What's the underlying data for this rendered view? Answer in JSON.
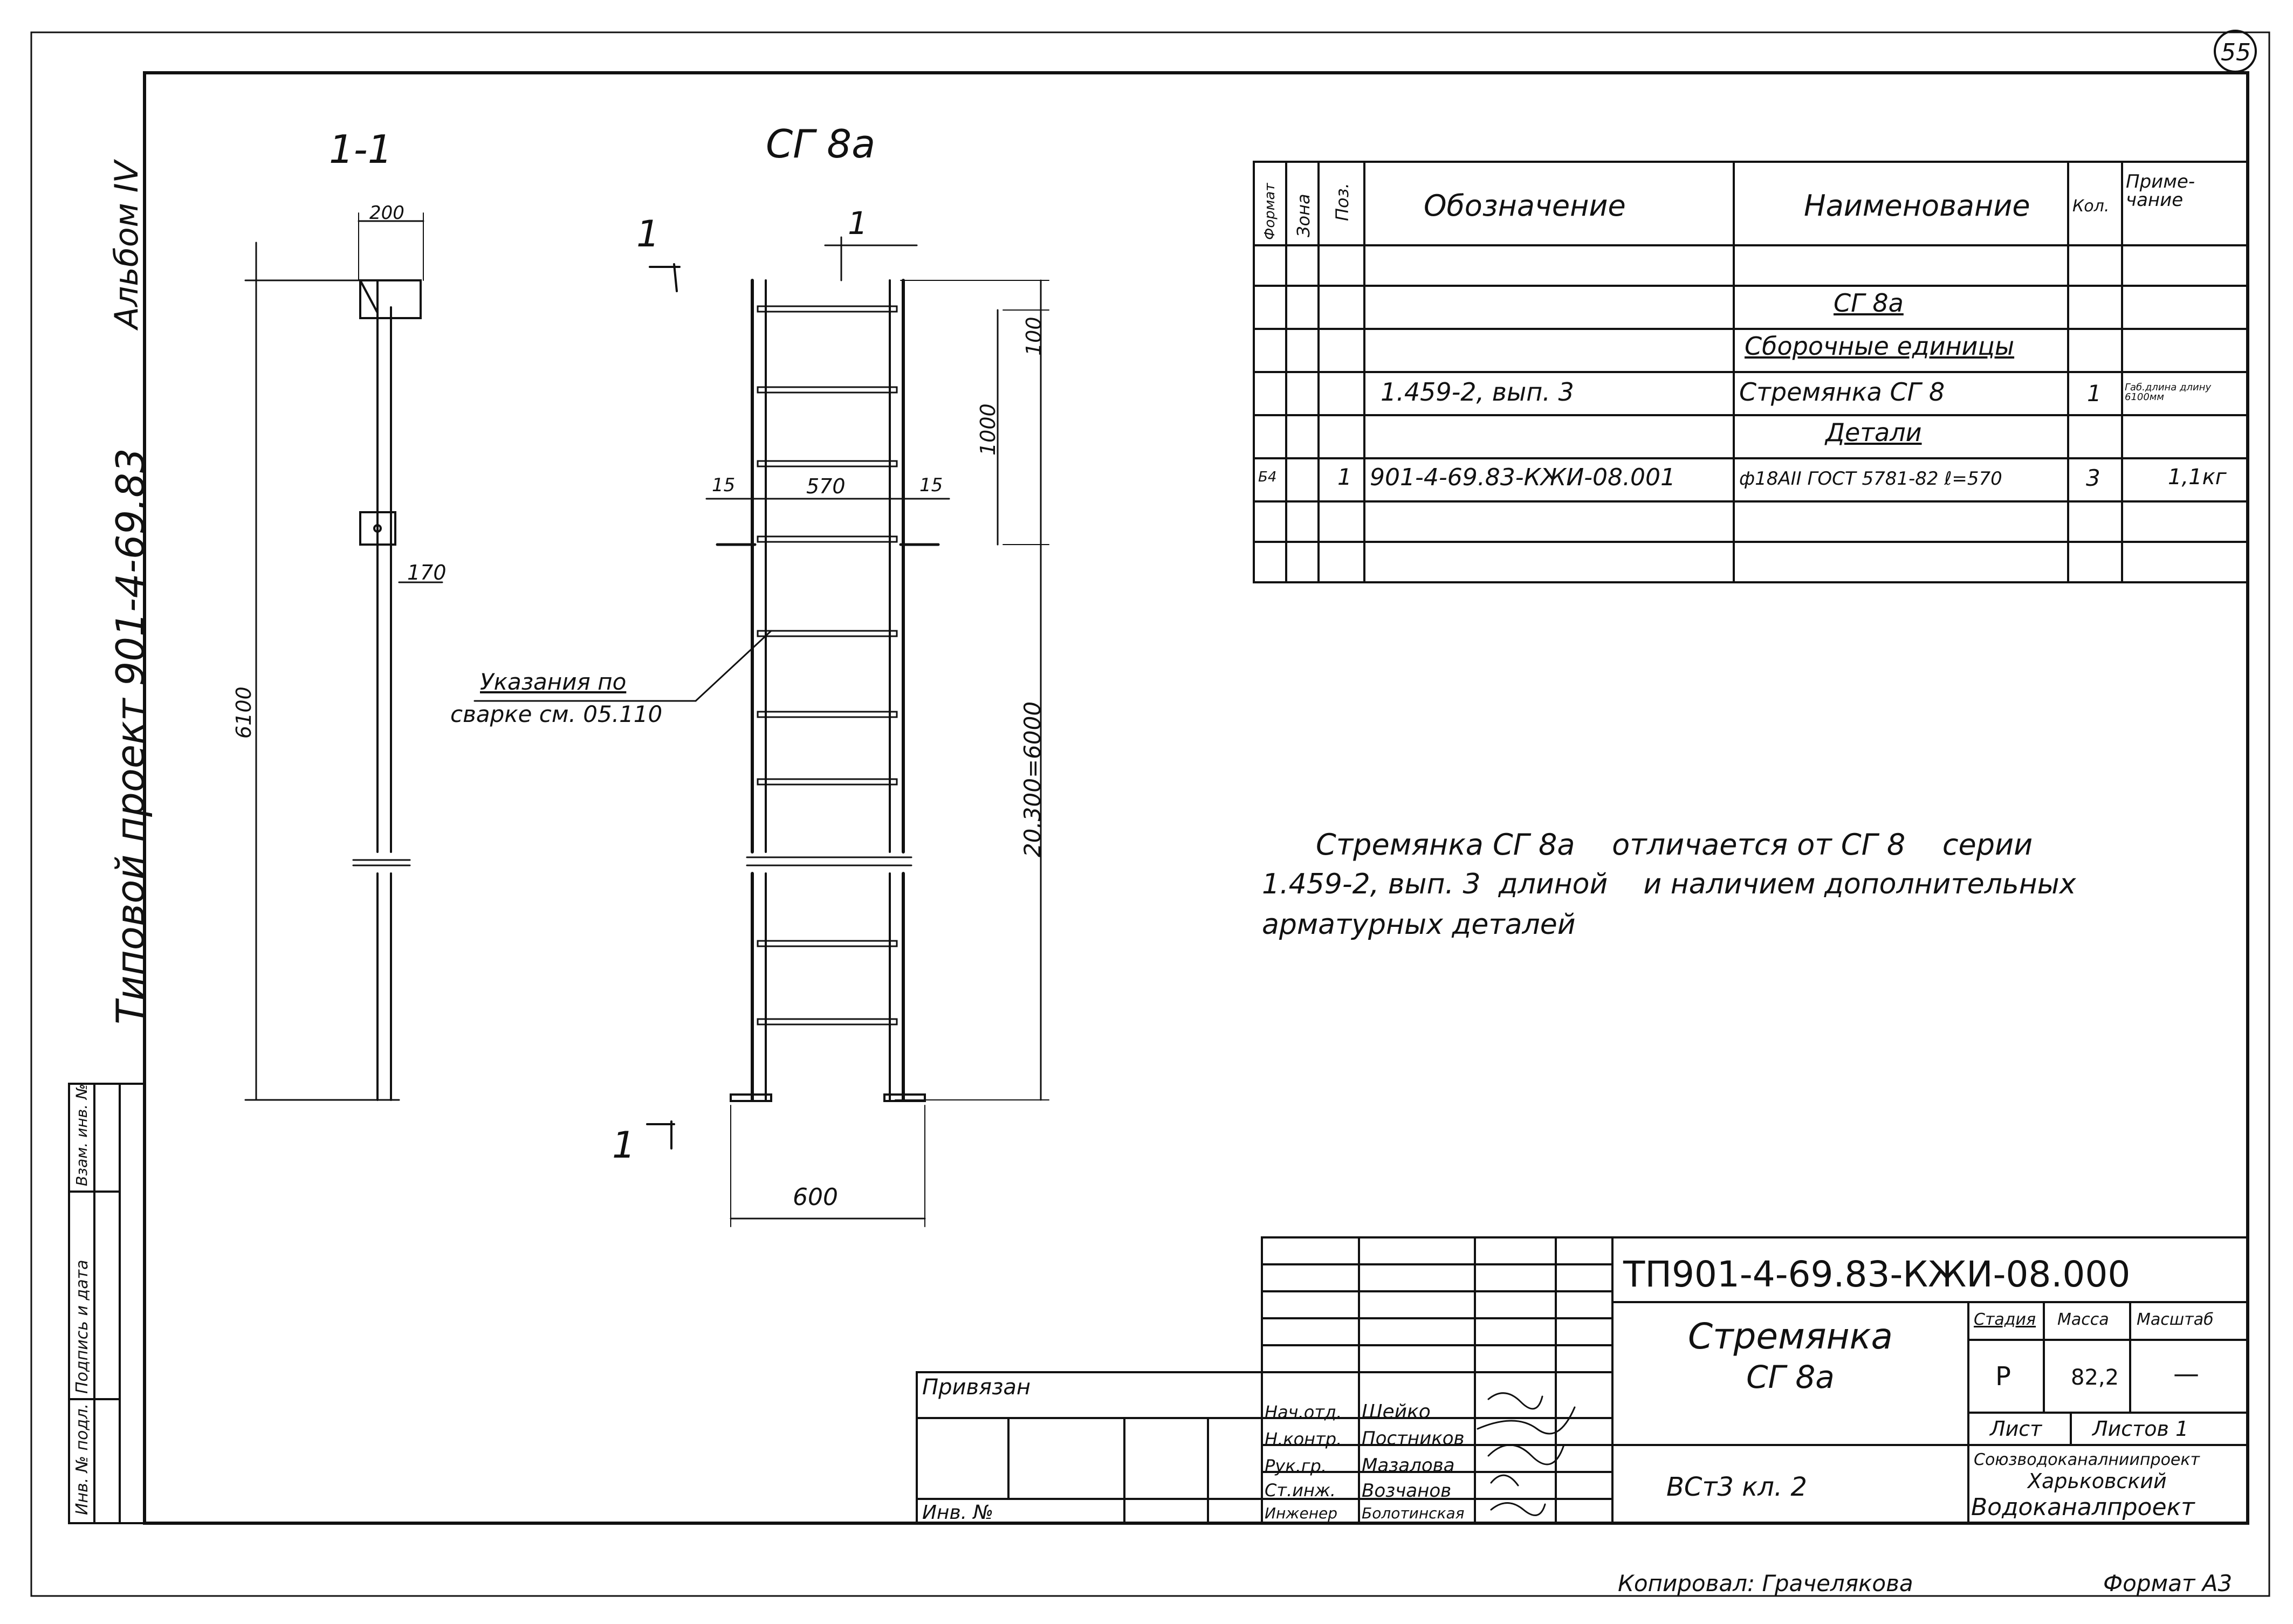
{
  "sheet": {
    "page_number": "55",
    "album": "Альбом IV",
    "project": "Типовой проект 901-4-69.83",
    "copied_by": "Копировал: Грачелякова",
    "format": "Формат А3"
  },
  "left_stamp": {
    "inv_podl": "Инв. № подл.",
    "signature_date": "Подпись и дата",
    "vzam_inv": "Взам. инв. №"
  },
  "views": {
    "section_label": "1-1",
    "elevation_label": "СГ 8а",
    "cut_mark": "1",
    "dim_200": "200",
    "dim_6100": "6100",
    "dim_170": "170",
    "dim_100": "100",
    "dim_1000": "1000",
    "dim_570": "570",
    "dim_15_left": "15",
    "dim_15_right": "15",
    "dim_20x300": "20.300=6000",
    "dim_600": "600",
    "weld_note_line1": "Указания по",
    "weld_note_line2": "сварке см. 05.110"
  },
  "spec_table": {
    "headers": {
      "format": "Формат",
      "zone": "Зона",
      "pos": "Поз.",
      "designation": "Обозначение",
      "name": "Наименование",
      "qty": "Кол.",
      "note": "Приме-\nчание"
    },
    "title_row": "СГ 8а",
    "section_assembly": "Сборочные единицы",
    "row_assembly": {
      "designation": "1.459-2, вып. 3",
      "name": "Стремянка СГ 8",
      "qty": "1",
      "note": "Габ.длина длину 6100мм"
    },
    "section_details": "Детали",
    "row_detail": {
      "format": "Б4",
      "pos": "1",
      "designation": "901-4-69.83-КЖИ-08.001",
      "name": "ф18АII ГОСТ 5781-82 ℓ=570",
      "qty": "3",
      "note": "1,1кг"
    }
  },
  "note_text": {
    "line1": "Стремянка СГ 8а    отличается от СГ 8    серии",
    "line2": "1.459-2, вып. 3  длиной    и наличием дополнительных",
    "line3": "арматурных деталей"
  },
  "title_block": {
    "doc_code": "ТП901-4-69.83-КЖИ-08.000",
    "title_line1": "Стремянка",
    "title_line2": "СГ 8а",
    "material": "ВСт3 кл. 2",
    "stage_label": "Стадия",
    "mass_label": "Масса",
    "scale_label": "Масштаб",
    "stage": "Р",
    "mass": "82,2",
    "scale": "—",
    "sheet_label": "Лист",
    "sheets_label": "Листов 1",
    "org_line1": "Союзводоканалниипроект",
    "org_line2": "Харьковский",
    "org_line3": "Водоканалпроект",
    "privyazan": "Привязан",
    "inv_no": "Инв. №",
    "roles": [
      "Нач.отд.",
      "Н.контр.",
      "Рук.гр.",
      "Ст.инж.",
      "Инженер"
    ],
    "names": [
      "Шейко",
      "Постников",
      "Мазалова",
      "Возчанов",
      "Болотинская"
    ]
  }
}
